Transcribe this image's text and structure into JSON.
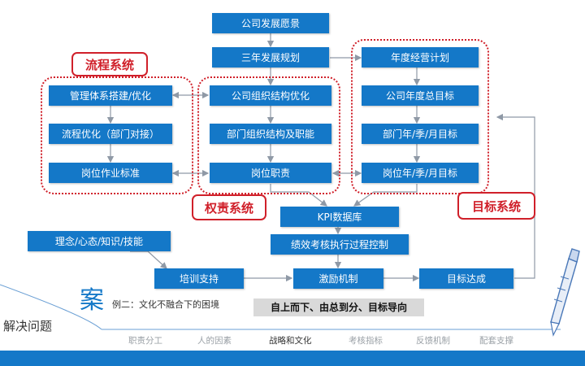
{
  "boxes": {
    "vision": "公司发展愿景",
    "plan3": "三年发展规划",
    "annual_plan": "年度经营计划",
    "sys_build": "管理体系搭建/优化",
    "org_opt": "公司组织结构优化",
    "annual_goal": "公司年度总目标",
    "process_opt": "流程优化（部门对接）",
    "dept_func": "部门组织结构及职能",
    "dept_goal": "部门年/季/月目标",
    "job_std": "岗位作业标准",
    "job_duty": "岗位职责",
    "job_goal": "岗位年/季/月目标",
    "kpi": "KPI数据库",
    "perf_ctrl": "绩效考核执行过程控制",
    "mindset": "理念/心态/知识/技能",
    "training": "培训支持",
    "incentive": "激励机制",
    "goal_achieved": "目标达成"
  },
  "labels": {
    "process_system": "流程系统",
    "authority_system": "权责系统",
    "goal_system": "目标系统"
  },
  "footer": {
    "case_char": "案",
    "case_text": "例二：文化不融合下的困境",
    "slogan": "自上而下、由总到分、目标导向",
    "solve": "解决问题",
    "tabs": [
      "职责分工",
      "人的因素",
      "战略和文化",
      "考核指标",
      "反馈机制",
      "配套支撑"
    ],
    "active_tab": "战略和文化"
  },
  "colors": {
    "box_blue": "#1478c8",
    "highlight_red": "#d0202a",
    "connector_gray": "#8f99a6",
    "footer_bar": "#1478c8"
  }
}
